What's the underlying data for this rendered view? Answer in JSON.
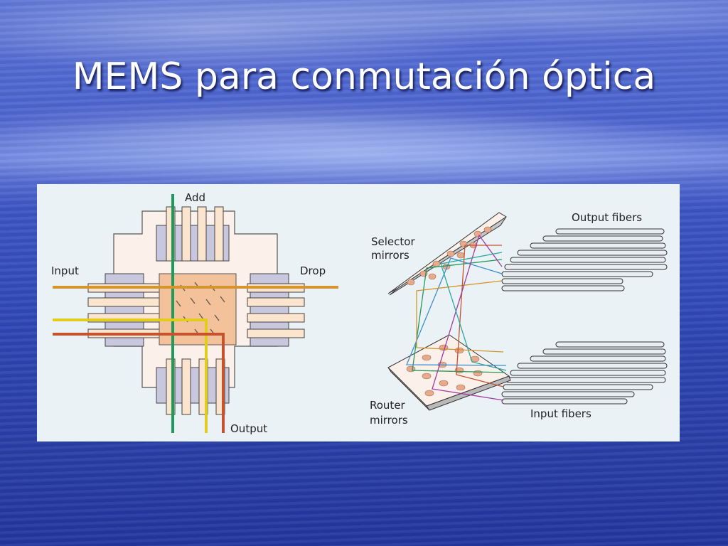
{
  "slide": {
    "title": "MEMS para conmutación óptica"
  },
  "figure": {
    "oadm": {
      "labels": {
        "add": "Add",
        "input": "Input",
        "drop": "Drop",
        "output": "Output"
      }
    },
    "crossconnect": {
      "labels": {
        "selector_mirrors": [
          "Selector",
          "mirrors"
        ],
        "router_mirrors": [
          "Router",
          "mirrors"
        ],
        "output_fibers": "Output fibers",
        "input_fibers": "Input fibers"
      }
    }
  },
  "colors": {
    "beam_green": "#1f9a5a",
    "beam_orange": "#d4952e",
    "beam_yellow": "#e2cc1e",
    "beam_red": "#c5532e",
    "mirror_array": "#f3c29a",
    "connector_frame": "#b6b5cf"
  }
}
